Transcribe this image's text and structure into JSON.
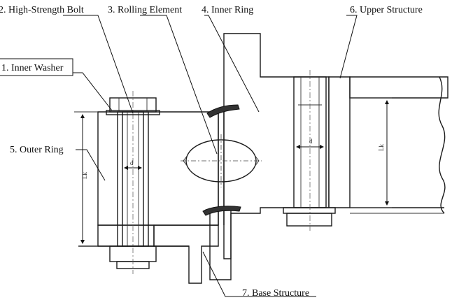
{
  "labels": {
    "inner_washer": "1. Inner Washer",
    "high_strength_bolt": "2. High-Strength Bolt",
    "rolling_element": "3. Rolling Element",
    "inner_ring": "4. Inner Ring",
    "outer_ring": "5. Outer Ring",
    "upper_structure": "6. Upper Structure",
    "base_structure": "7. Base Structure"
  },
  "dimensions": {
    "lk_left": "Lk",
    "lk_right": "Lk",
    "d_left": "d",
    "d_right": "d"
  },
  "colors": {
    "line": "#1a1a1a",
    "background": "#ffffff"
  }
}
